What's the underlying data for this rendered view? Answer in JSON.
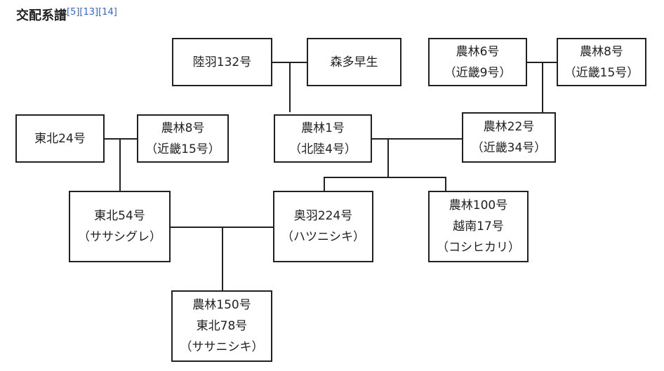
{
  "heading": {
    "title": "交配系譜",
    "refs": [
      "[5]",
      "[13]",
      "[14]"
    ]
  },
  "nodes": {
    "rikuu132": [
      "陸羽132号"
    ],
    "morita_wase": [
      "森多早生"
    ],
    "norin6": [
      "農林6号",
      "（近畿9号）"
    ],
    "norin8_top": [
      "農林8号",
      "（近畿15号）"
    ],
    "tohoku24": [
      "東北24号"
    ],
    "norin8_left": [
      "農林8号",
      "（近畿15号）"
    ],
    "norin1": [
      "農林1号",
      "（北陸4号）"
    ],
    "norin22": [
      "農林22号",
      "（近畿34号）"
    ],
    "tohoku54": [
      "東北54号",
      "（ササシグレ）"
    ],
    "ouu224": [
      "奥羽224号",
      "（ハツニシキ）"
    ],
    "norin100": [
      "農林100号",
      "越南17号",
      "（コシヒカリ）"
    ],
    "norin150": [
      "農林150号",
      "東北78号",
      "（ササニシキ）"
    ]
  }
}
